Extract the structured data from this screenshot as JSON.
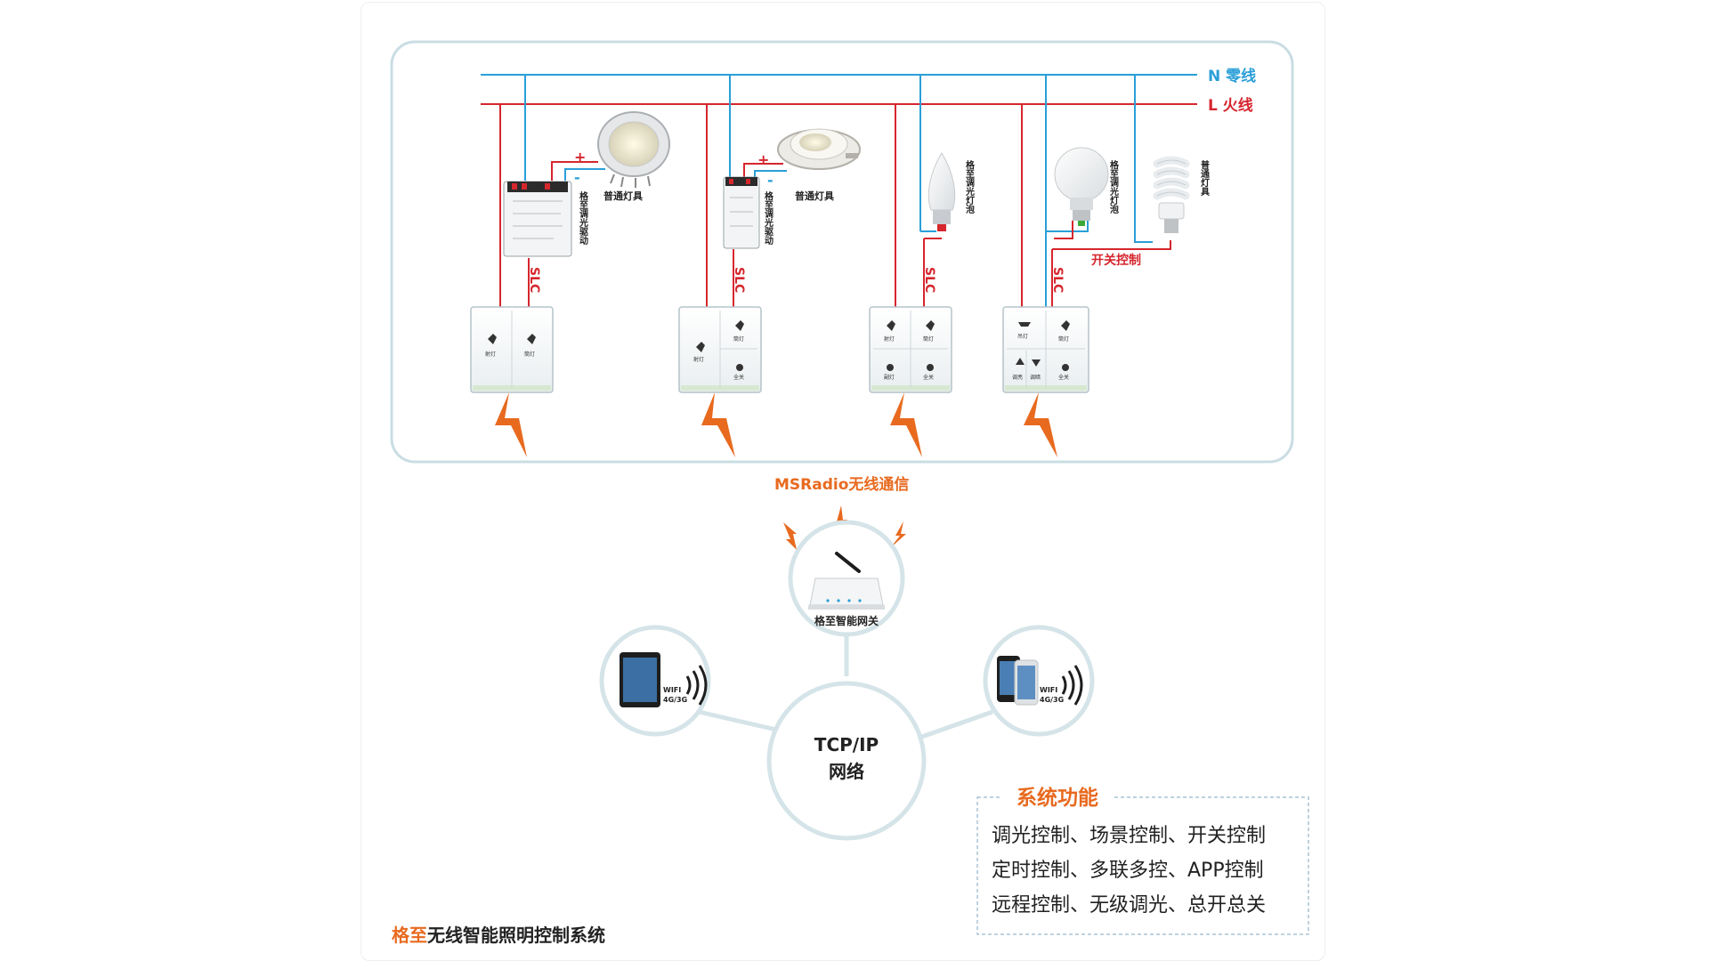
{
  "wires": {
    "neutral": {
      "label": "N 零线",
      "color": "#2a9fd8"
    },
    "live": {
      "label": "L 火线",
      "color": "#d6262e"
    }
  },
  "colors": {
    "accent_orange": "#e86a1f",
    "panel_border": "#c9dde3",
    "circle_border": "#d5e4e8",
    "text_dark": "#222222"
  },
  "groups": [
    {
      "id": "group-1",
      "device_label": "格至调光驱动",
      "lamp_label": "普通灯具",
      "plus": "+",
      "minus": "-",
      "slc": "SLC",
      "switch_buttons": [
        "射灯",
        "筒灯"
      ]
    },
    {
      "id": "group-2",
      "device_label": "格至调光驱动",
      "lamp_label": "普通灯具",
      "plus": "+",
      "minus": "-",
      "slc": "SLC",
      "switch_buttons": [
        "射灯",
        "筒灯",
        "全关"
      ]
    },
    {
      "id": "group-3",
      "bulb_label": "格至调光灯泡",
      "slc": "SLC",
      "switch_buttons": [
        "射灯",
        "筒灯",
        "副灯",
        "全关"
      ]
    },
    {
      "id": "group-4",
      "bulb_label": "格至调光灯泡",
      "lamp_label": "普通灯具",
      "switch_control": "开关控制",
      "slc": "SLC",
      "switch_buttons": [
        "吊灯",
        "筒灯",
        "调亮",
        "调暗",
        "全关"
      ]
    }
  ],
  "wireless": {
    "label": "MSRadio无线通信"
  },
  "gateway": {
    "label": "格至智能网关"
  },
  "network": {
    "line1": "TCP/IP",
    "line2": "网络"
  },
  "devices": {
    "tablet_wifi": "WIFI",
    "tablet_net": "4G/3G",
    "phone_wifi": "WIFI",
    "phone_net": "4G/3G"
  },
  "features": {
    "title": "系统功能",
    "lines": [
      "调光控制、场景控制、开关控制",
      "定时控制、多联多控、APP控制",
      "远程控制、无级调光、总开总关"
    ]
  },
  "system_title": {
    "brand": "格至",
    "rest": "无线智能照明控制系统"
  }
}
